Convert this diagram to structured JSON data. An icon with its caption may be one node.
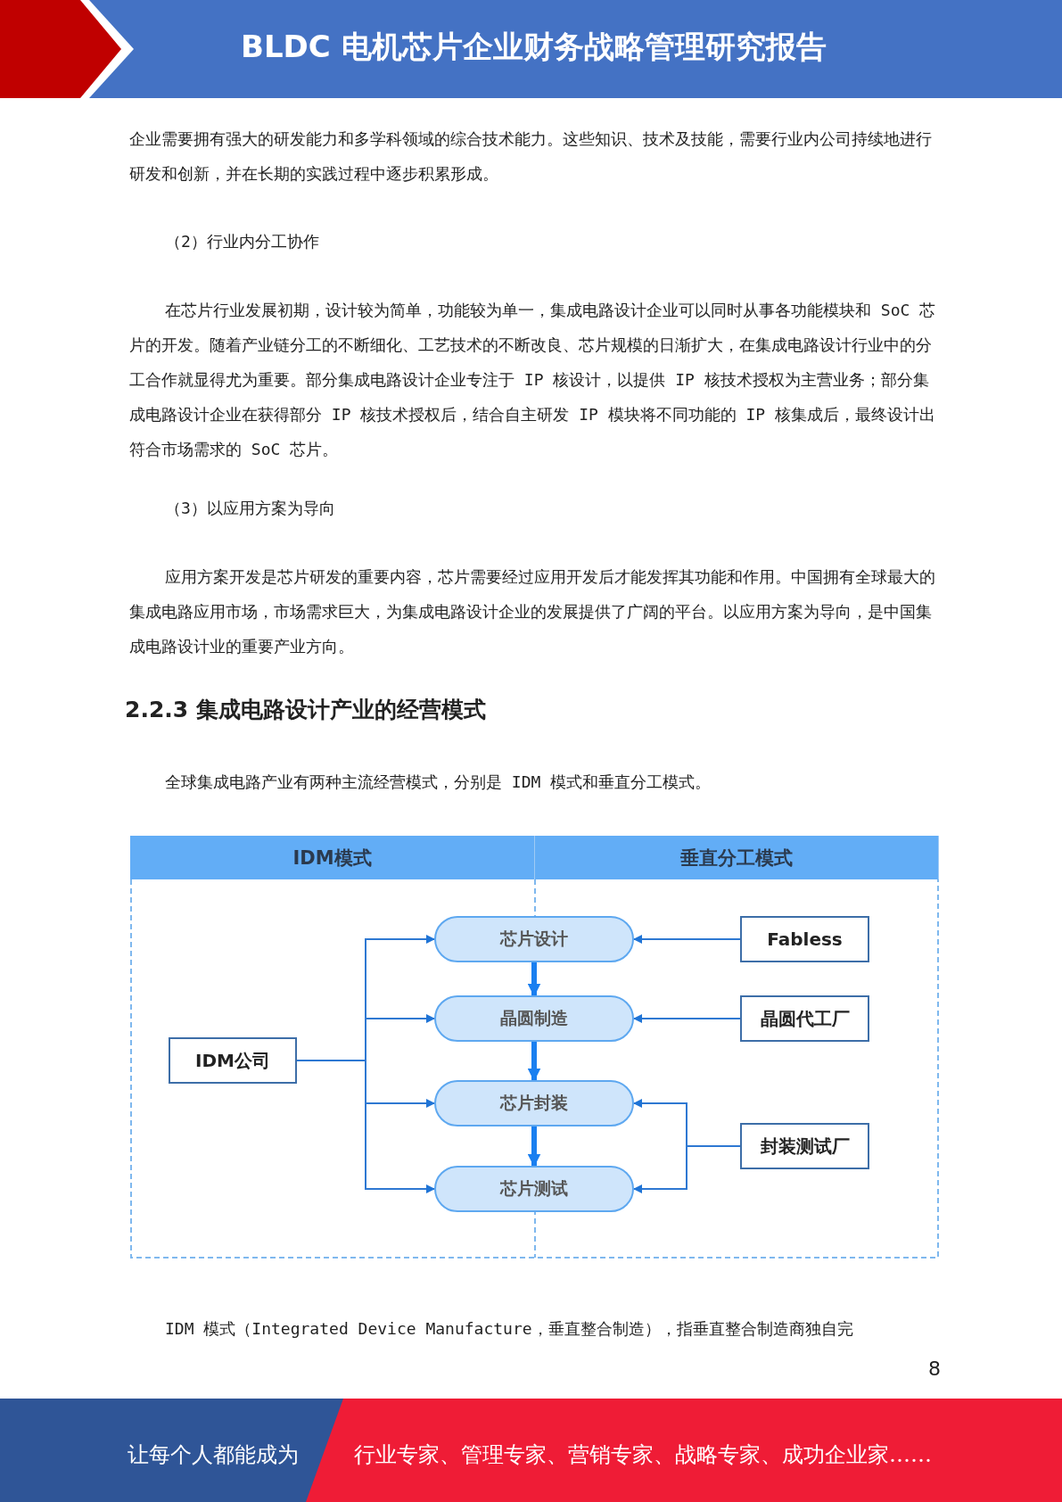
{
  "diagram": {
    "title": "BLDC 电机芯片企业财务战略管理研究报告",
    "nodes": [
      {
        "text": [
          "IDM模式"
        ]
      },
      {
        "text": [
          "垂直分工模式"
        ]
      },
      {
        "text": [
          "芯片设计"
        ]
      },
      {
        "text": [
          "晶圆制造"
        ]
      },
      {
        "text": [
          "芯片封装"
        ]
      },
      {
        "text": [
          "芯片测试"
        ]
      },
      {
        "text": [
          "IDM公司"
        ]
      },
      {
        "text": [
          "Fabless"
        ]
      },
      {
        "text": [
          "晶圆代工厂"
        ]
      },
      {
        "text": [
          "封装测试厂"
        ]
      }
    ],
    "edges": [
      {
        "from": 6,
        "to": 2,
        "arrow": "to"
      },
      {
        "from": 6,
        "to": 3,
        "arrow": "to"
      },
      {
        "from": 6,
        "to": 4,
        "arrow": "to"
      },
      {
        "from": 6,
        "to": 5,
        "arrow": "to"
      },
      {
        "from": 2,
        "to": 3,
        "arrow": "to",
        "style": "thick"
      },
      {
        "from": 3,
        "to": 4,
        "arrow": "to",
        "style": "thick"
      },
      {
        "from": 4,
        "to": 5,
        "arrow": "to",
        "style": "thick"
      },
      {
        "from": 7,
        "to": 2,
        "arrow": "to"
      },
      {
        "from": 8,
        "to": 3,
        "arrow": "to"
      },
      {
        "from": 9,
        "to": 4,
        "arrow": "to"
      },
      {
        "from": 9,
        "to": 5,
        "arrow": "to"
      }
    ],
    "labels": [
      "企业需要拥有强大的研发能力和多学科领域的综合技术能力。这些知识、技术及技能，需要行业内公司持续地进行研发和创新，并在长期的实践过程中逐步积累形成。",
      "（2）行业内分工协作",
      "在芯片行业发展初期，设计较为简单，功能较为单一，集成电路设计企业可以同时从事各功能模块和 SoC 芯片的开发。随着产业链分工的不断细化、工艺技术的不断改良、芯片规模的日渐扩大，在集成电路设计行业中的分工合作就显得尤为重要。部分集成电路设计企业专注于 IP 核设计，以提供 IP 核技术授权为主营业务；部分集成电路设计企业在获得部分 IP 核技术授权后，结合自主研发 IP 模块将不同功能的 IP 核集成后，最终设计出符合市场需求的 SoC 芯片。",
      "（3）以应用方案为导向",
      "应用方案开发是芯片研发的重要内容，芯片需要经过应用开发后才能发挥其功能和作用。中国拥有全球最大的集成电路应用市场，市场需求巨大，为集成电路设计企业的发展提供了广阔的平台。以应用方案为导向，是中国集成电路设计业的重要产业方向。",
      "2.2.3 集成电路设计产业的经营模式",
      "全球集成电路产业有两种主流经营模式，分别是 IDM 模式和垂直分工模式。",
      "IDM 模式（Integrated Device Manufacture，垂直整合制造），指垂直整合制造商独自完",
      "8",
      "让每个人都能成为",
      "行业专家、管理专家、营销专家、战略专家、成功企业家……"
    ]
  }
}
